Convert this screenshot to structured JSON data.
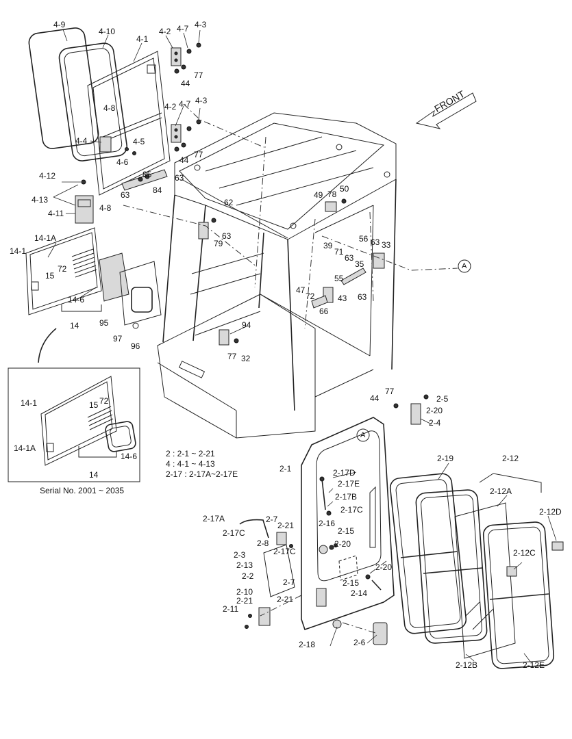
{
  "front_arrow": {
    "text": "FRONT"
  },
  "callout_A": "A",
  "inset": {
    "caption": "Serial No. 2001 ~ 2035"
  },
  "legend": [
    "2 : 2-1 ~ 2-21",
    "4 : 4-1 ~ 4-13",
    "2-17 : 2-17A~2-17E"
  ],
  "labels": {
    "l_4_9": "4-9",
    "l_4_10": "4-10",
    "l_4_1": "4-1",
    "l_4_2a": "4-2",
    "l_4_7a": "4-7",
    "l_4_3a": "4-3",
    "l_77a": "77",
    "l_44a": "44",
    "l_4_8a": "4-8",
    "l_4_2b": "4-2",
    "l_4_7b": "4-7",
    "l_4_3b": "4-3",
    "l_4_4": "4-4",
    "l_4_5": "4-5",
    "l_4_6": "4-6",
    "l_77b": "77",
    "l_44b": "44",
    "l_4_12": "4-12",
    "l_85": "85",
    "l_63a": "63",
    "l_84": "84",
    "l_63b": "63",
    "l_4_13": "4-13",
    "l_4_8b": "4-8",
    "l_4_11": "4-11",
    "l_62": "62",
    "l_49": "49",
    "l_78": "78",
    "l_50": "50",
    "l_63c": "63",
    "l_79": "79",
    "l_56": "56",
    "l_63d": "63",
    "l_33": "33",
    "l_39": "39",
    "l_71": "71",
    "l_63e": "63",
    "l_35": "35",
    "l_55": "55",
    "l_47": "47",
    "l_72a": "72",
    "l_43": "43",
    "l_63f": "63",
    "l_66": "66",
    "l_14_1a": "14-1",
    "l_14_1Aa": "14-1A",
    "l_72b": "72",
    "l_15a": "15",
    "l_14_6a": "14-6",
    "l_95": "95",
    "l_14a": "14",
    "l_97": "97",
    "l_96": "96",
    "l_94": "94",
    "l_77c": "77",
    "l_32": "32",
    "l_14_1b": "14-1",
    "l_15b": "15",
    "l_72c": "72",
    "l_14_1Ab": "14-1A",
    "l_14_6b": "14-6",
    "l_14b": "14",
    "l_44c": "44",
    "l_77d": "77",
    "l_2_5": "2-5",
    "l_2_20a": "2-20",
    "l_2_4": "2-4",
    "l_2_1": "2-1",
    "l_2_17D": "2-17D",
    "l_2_17E": "2-17E",
    "l_2_17B": "2-17B",
    "l_2_17C_a": "2-17C",
    "l_2_19": "2-19",
    "l_2_12": "2-12",
    "l_2_12A": "2-12A",
    "l_2_12D": "2-12D",
    "l_2_12C": "2-12C",
    "l_2_12B": "2-12B",
    "l_2_12E": "2-12E",
    "l_2_17A": "2-17A",
    "l_2_7a": "2-7",
    "l_2_21a": "2-21",
    "l_2_17C_b": "2-17C",
    "l_2_8": "2-8",
    "l_2_17C_c": "2-17C",
    "l_2_16": "2-16",
    "l_2_15a": "2-15",
    "l_2_20b": "2-20",
    "l_2_3": "2-3",
    "l_2_13": "2-13",
    "l_2_2": "2-2",
    "l_2_7b": "2-7",
    "l_2_21b": "2-21",
    "l_2_10": "2-10",
    "l_2_21c": "2-21",
    "l_2_11": "2-11",
    "l_2_20c": "2-20",
    "l_2_15b": "2-15",
    "l_2_14": "2-14",
    "l_2_18": "2-18",
    "l_2_6": "2-6"
  },
  "colors": {
    "line": "#222222",
    "background": "#ffffff",
    "shade": "#d9d9d9"
  }
}
